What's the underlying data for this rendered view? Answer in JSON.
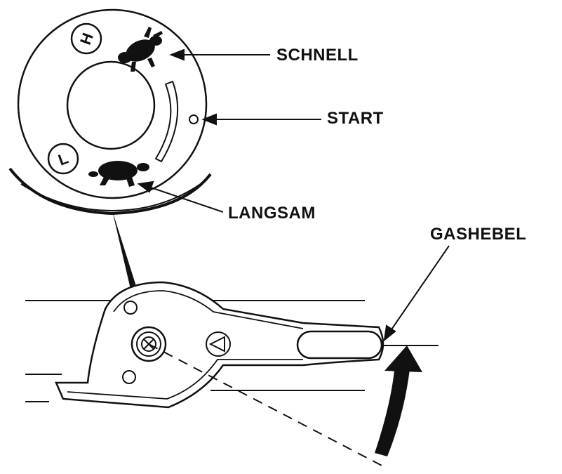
{
  "labels": {
    "schnell": "SCHNELL",
    "start": "START",
    "langsam": "LANGSAM",
    "gashebel": "GASHEBEL"
  },
  "dial_marks": {
    "high": "H",
    "low": "L"
  },
  "colors": {
    "ink": "#111111",
    "paper": "#ffffff"
  },
  "icons": {
    "fast": "hare-icon",
    "slow": "turtle-icon",
    "arrow": "direction-arrow-icon"
  }
}
